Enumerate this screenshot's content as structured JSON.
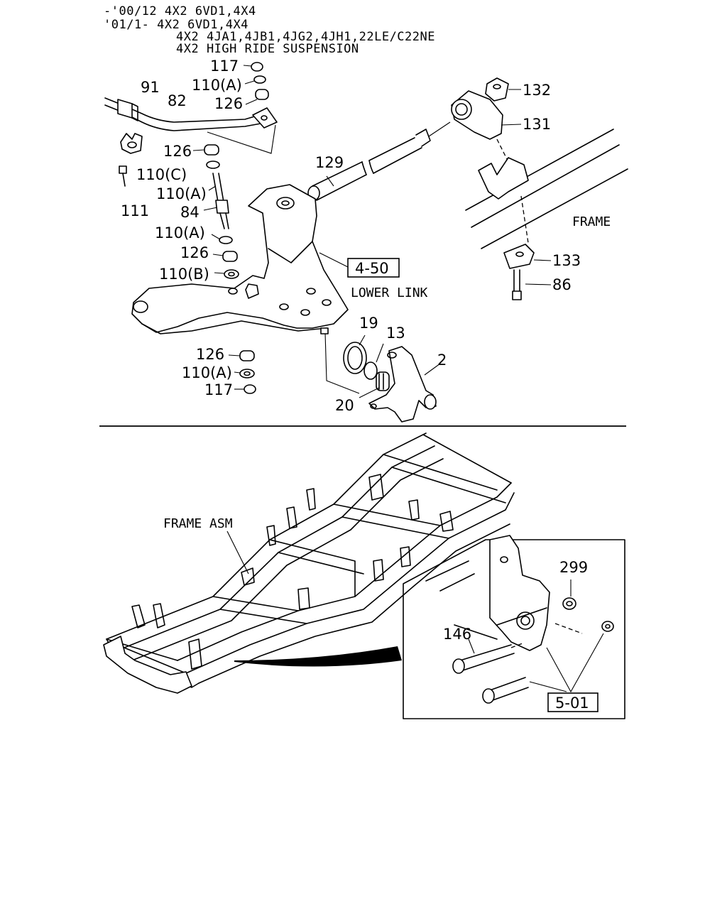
{
  "header": {
    "line1": "-'00/12 4X2 6VD1,4X4",
    "line2": "'01/1-  4X2 6VD1,4X4",
    "line3": "4X2 4JA1,4JB1,4JG2,4JH1,22LE/C22NE",
    "line4": "4X2 HIGH RIDE SUSPENSION"
  },
  "labels": {
    "p117_top": "117",
    "p110a_1": "110(A)",
    "p91": "91",
    "p82": "82",
    "p126_1": "126",
    "p126_2": "126",
    "p110c": "110(C)",
    "p110a_2": "110(A)",
    "p111": "111",
    "p84": "84",
    "p110a_3": "110(A)",
    "p126_3": "126",
    "p110b": "110(B)",
    "p129": "129",
    "p132": "132",
    "p131": "131",
    "frame": "FRAME",
    "p133": "133",
    "p86": "86",
    "ref_450": "4-50",
    "lower_link": "LOWER LINK",
    "p19": "19",
    "p13": "13",
    "p2": "2",
    "p20": "20",
    "p126_4": "126",
    "p110a_4": "110(A)",
    "p117_bot": "117",
    "frame_asm": "FRAME ASM",
    "p299": "299",
    "p146": "146",
    "ref_501": "5-01"
  }
}
